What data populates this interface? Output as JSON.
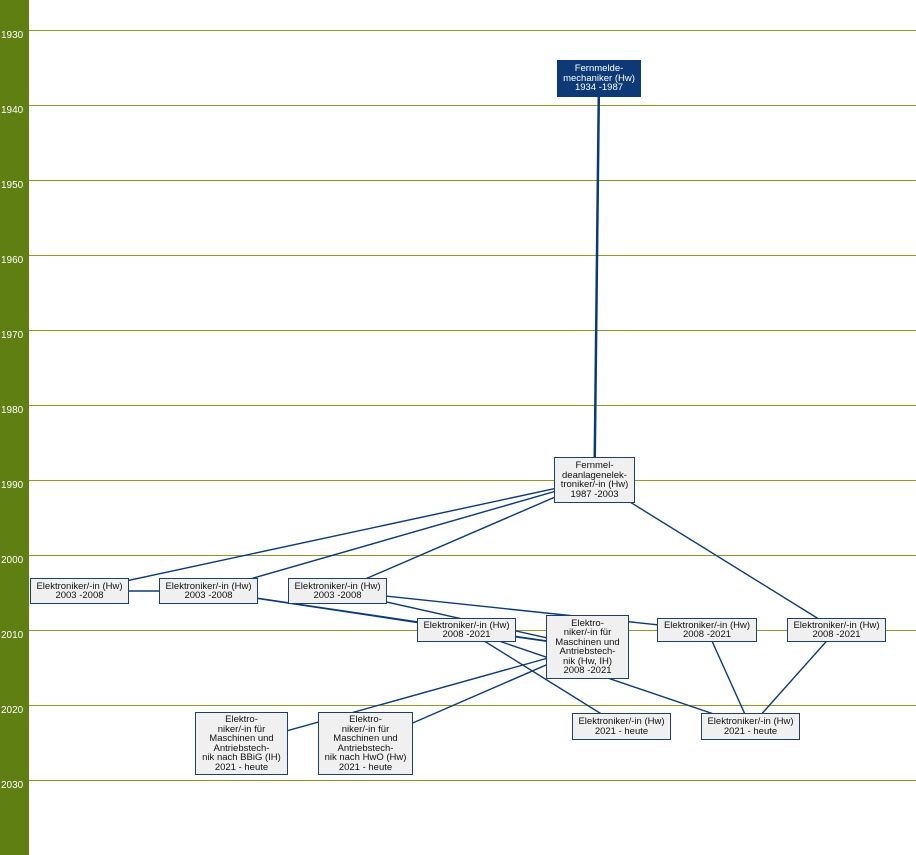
{
  "timeline": {
    "years": [
      "1930",
      "1940",
      "1950",
      "1960",
      "1970",
      "1980",
      "1990",
      "2000",
      "2010",
      "2020",
      "2030"
    ]
  },
  "colors": {
    "axis_bar": "#5f7f12",
    "grid_line": "#8c9a2c",
    "edge": "#0d3a76",
    "node_fill": "#f0f0f0",
    "node_border": "#1e3f66",
    "root_fill": "#0d3a76"
  },
  "nodes": [
    {
      "id": "n1",
      "lines": [
        "Fernmelde-",
        "mechaniker (Hw)",
        "1934 -1987"
      ],
      "highlight": true
    },
    {
      "id": "n2",
      "lines": [
        "Fernmel-",
        "deanlagenelek-",
        "troniker/-in (Hw)",
        "1987 -2003"
      ]
    },
    {
      "id": "n3",
      "lines": [
        "Elektroniker/-in (Hw)",
        "2003 -2008"
      ]
    },
    {
      "id": "n4",
      "lines": [
        "Elektroniker/-in (Hw)",
        "2003 -2008"
      ]
    },
    {
      "id": "n5",
      "lines": [
        "Elektroniker/-in (Hw)",
        "2003 -2008"
      ]
    },
    {
      "id": "n6",
      "lines": [
        "Elektroniker/-in (Hw)",
        "2008 -2021"
      ]
    },
    {
      "id": "n7",
      "lines": [
        "Elektro-",
        "niker/-in für",
        "Maschinen und",
        "Antriebstech-",
        "nik (Hw, IH)",
        "2008 -2021"
      ]
    },
    {
      "id": "n8",
      "lines": [
        "Elektroniker/-in (Hw)",
        "2008 -2021"
      ]
    },
    {
      "id": "n9",
      "lines": [
        "Elektroniker/-in (Hw)",
        "2008 -2021"
      ]
    },
    {
      "id": "n10",
      "lines": [
        "Elektro-",
        "niker/-in für",
        "Maschinen und",
        "Antriebstech-",
        "nik nach BBiG (IH)",
        "2021 - heute"
      ]
    },
    {
      "id": "n11",
      "lines": [
        "Elektro-",
        "niker/-in für",
        "Maschinen und",
        "Antriebstech-",
        "nik nach HwO (Hw)",
        "2021 - heute"
      ]
    },
    {
      "id": "n12",
      "lines": [
        "Elektroniker/-in (Hw)",
        "2021 - heute"
      ]
    },
    {
      "id": "n13",
      "lines": [
        "Elektroniker/-in (Hw)",
        "2021 - heute"
      ]
    }
  ],
  "edges": [
    [
      "n1",
      "n2"
    ],
    [
      "n2",
      "n3"
    ],
    [
      "n2",
      "n4"
    ],
    [
      "n2",
      "n5"
    ],
    [
      "n2",
      "n9"
    ],
    [
      "n3",
      "n4"
    ],
    [
      "n4",
      "n6"
    ],
    [
      "n4",
      "n7"
    ],
    [
      "n5",
      "n7"
    ],
    [
      "n5",
      "n8"
    ],
    [
      "n6",
      "n12"
    ],
    [
      "n6",
      "n13"
    ],
    [
      "n7",
      "n10"
    ],
    [
      "n7",
      "n11"
    ],
    [
      "n7",
      "n6"
    ],
    [
      "n8",
      "n13"
    ],
    [
      "n9",
      "n13"
    ]
  ]
}
